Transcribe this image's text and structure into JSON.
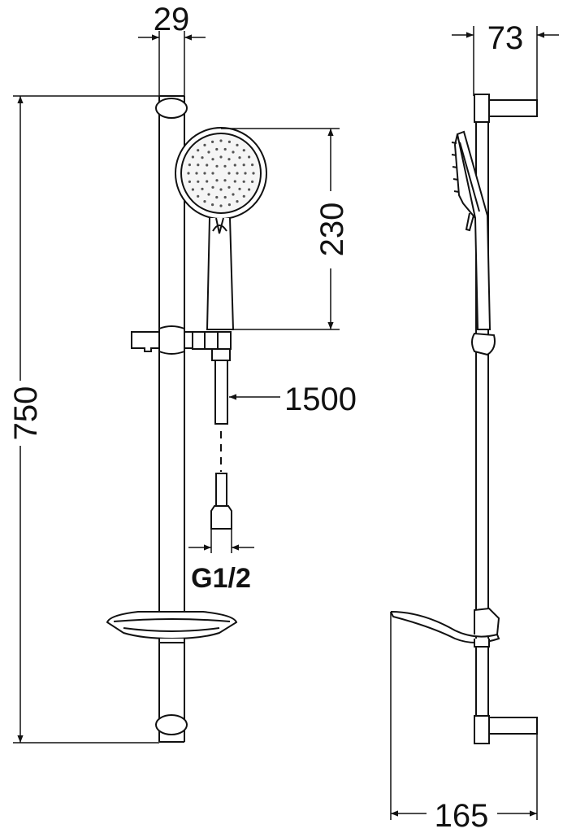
{
  "dimensions": {
    "bar_width": "29",
    "bracket_depth": "73",
    "total_height": "750",
    "head_height": "230",
    "hose_length": "1500",
    "thread": "G1/2",
    "total_depth": "165"
  },
  "colors": {
    "line": "#111111",
    "background": "#ffffff"
  }
}
